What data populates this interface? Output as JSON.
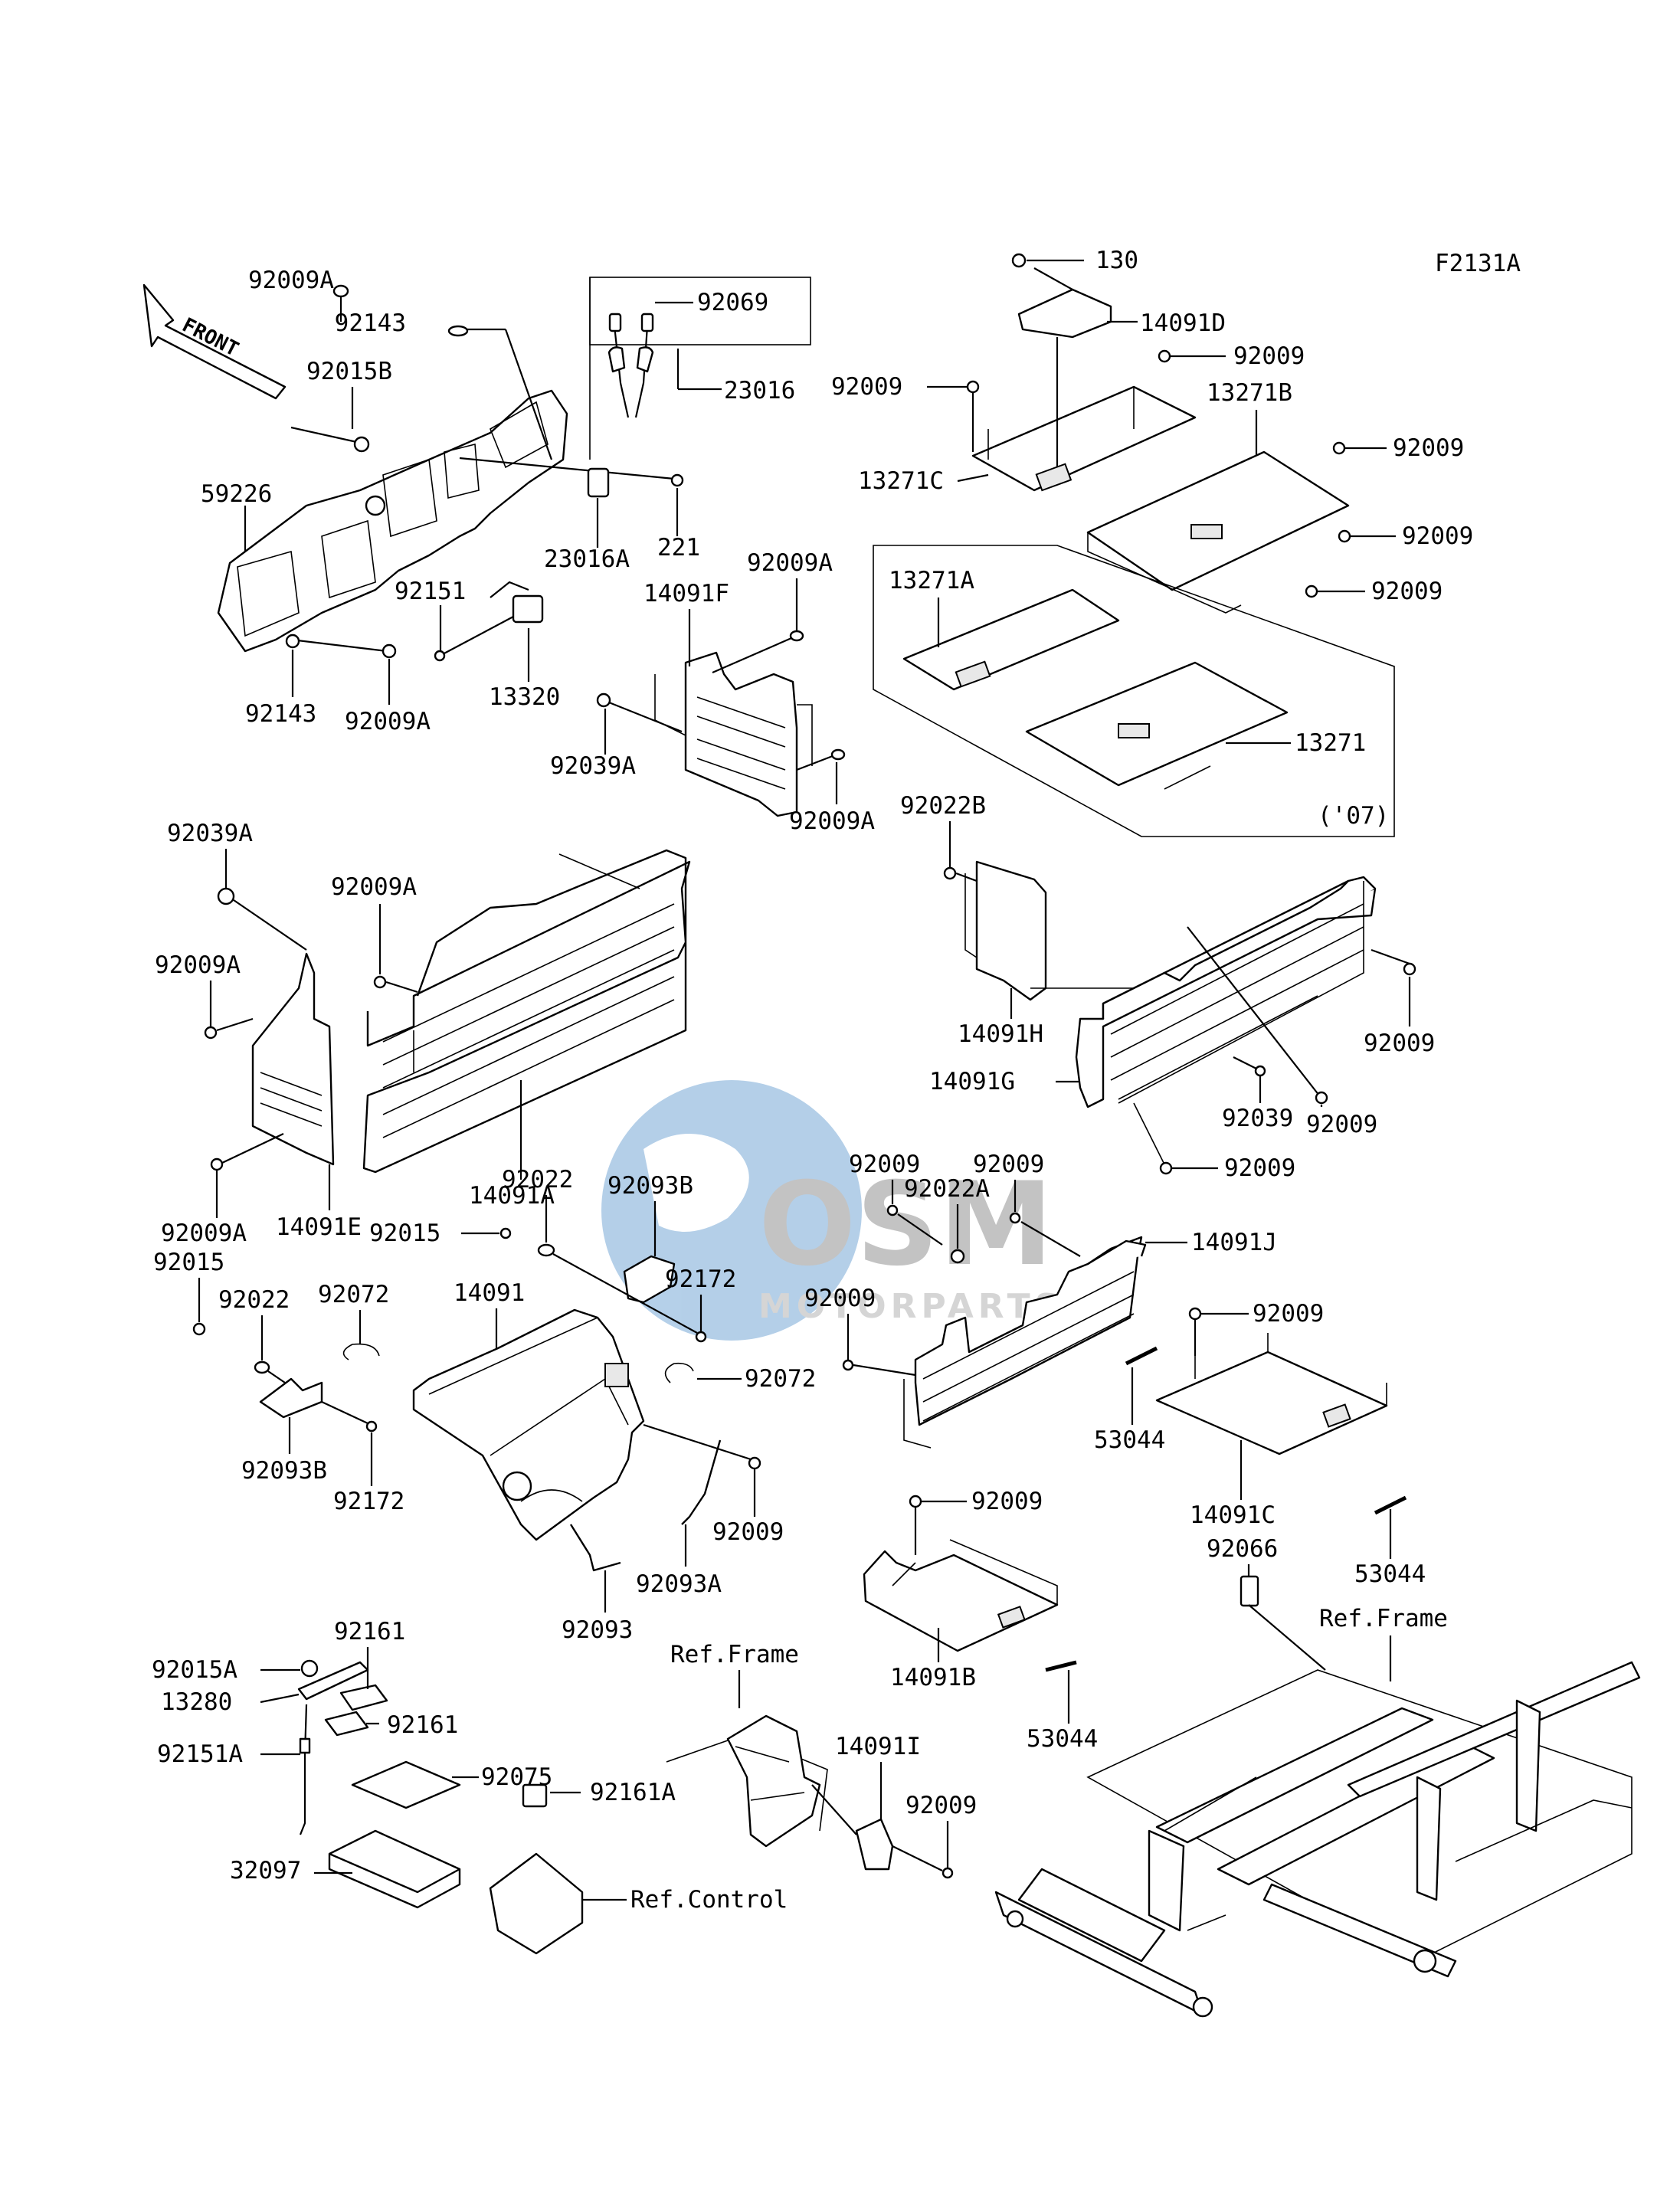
{
  "figure_code": "F2131A",
  "direction_tag": "FRONT",
  "watermark": {
    "brand": "OSM",
    "sub": "MOTORPARTS",
    "color": "#2a78c0"
  },
  "callouts": {
    "p130": "130",
    "p14091D": "14091D",
    "p92009_a": "92009",
    "p92009_b": "92009",
    "p13271B": "13271B",
    "p92009_c": "92009",
    "p13271C": "13271C",
    "p92009_d": "92009",
    "p92009_e": "92009",
    "p13271A": "13271A",
    "p13271": "13271",
    "p07": "('07)",
    "p92009A_1": "92009A",
    "p92143_1": "92143",
    "p92015B": "92015B",
    "p59226": "59226",
    "p92069": "92069",
    "p23016": "23016",
    "p23016A": "23016A",
    "p221": "221",
    "p92151": "92151",
    "p92009A_2": "92009A",
    "p14091F": "14091F",
    "p92143_2": "92143",
    "p92009A_3": "92009A",
    "p13320": "13320",
    "p92039A_1": "92039A",
    "p92009A_4": "92009A",
    "p92022B": "92022B",
    "p92039A_2": "92039A",
    "p92009A_5": "92009A",
    "p92009A_6": "92009A",
    "p14091A": "14091A",
    "p92009A_7": "92009A",
    "p14091E": "14091E",
    "p14091H": "14091H",
    "p14091G": "14091G",
    "p92009_f": "92009",
    "p92039": "92039",
    "p92009_g": "92009",
    "p92009_h": "92009",
    "p92009_i": "92009",
    "p92009_j": "92009",
    "p92022A": "92022A",
    "p14091J": "14091J",
    "p92022": "92022",
    "p92093B_1": "92093B",
    "p92015_1": "92015",
    "p92015_2": "92015",
    "p92172_1": "92172",
    "p92022_2": "92022",
    "p92072_1": "92072",
    "p14091": "14091",
    "p92072_2": "92072",
    "p92009_k": "92009",
    "p92009_l": "92009",
    "p53044_1": "53044",
    "p92093B_2": "92093B",
    "p92172_2": "92172",
    "p92009_m": "92009",
    "p92093A": "92093A",
    "p92093": "92093",
    "p92009_n": "92009",
    "p14091C": "14091C",
    "p92066": "92066",
    "p53044_2": "53044",
    "pRefFrame_1": "Ref.Frame",
    "p14091B": "14091B",
    "p53044_3": "53044",
    "p92015A": "92015A",
    "p92161_1": "92161",
    "p13280": "13280",
    "p92161_2": "92161",
    "p92151A": "92151A",
    "p92075": "92075",
    "pRefFrame_2": "Ref.Frame",
    "p14091I": "14091I",
    "p92009_o": "92009",
    "p92161A": "92161A",
    "p32097": "32097",
    "pRefControl": "Ref.Control"
  }
}
